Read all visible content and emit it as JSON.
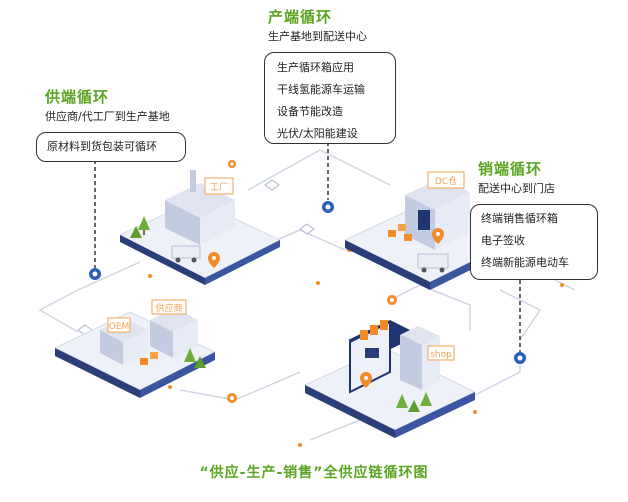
{
  "production": {
    "title": "产端循环",
    "subtitle": "生产基地到配送中心",
    "items": [
      "生产循环箱应用",
      "干线氢能源车运输",
      "设备节能改造",
      "光伏/太阳能建设"
    ]
  },
  "supply": {
    "title": "供端循环",
    "subtitle": "供应商/代工厂到生产基地",
    "items": [
      "原材料到货包装可循环"
    ]
  },
  "sales": {
    "title": "销端循环",
    "subtitle": "配送中心到门店",
    "items": [
      "终端销售循环箱",
      "电子签收",
      "终端新能源电动车"
    ]
  },
  "signs": {
    "factory": "工厂",
    "dc": "DC仓",
    "oem": "OEM",
    "supplier": "供应商",
    "shop": "shop"
  },
  "caption": "“供应-生产-销售”全供应链循环图",
  "colors": {
    "accent_green": "#5aa521",
    "orange": "#f28c28",
    "gear_blue": "#2b5fb8",
    "platform": "#eef1f8"
  }
}
